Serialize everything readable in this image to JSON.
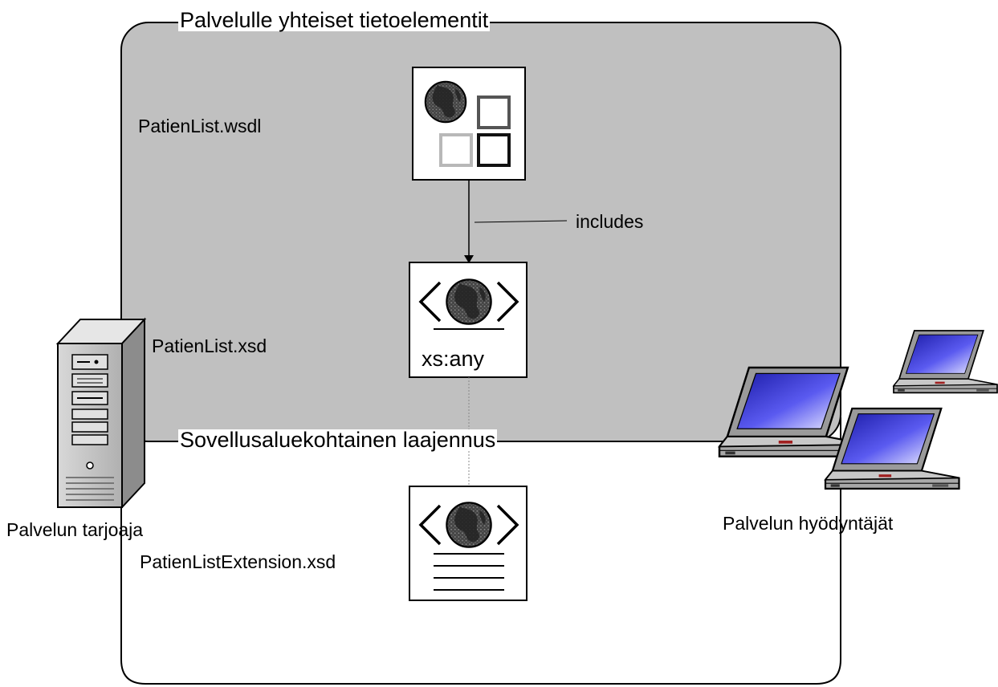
{
  "regions": {
    "common_title": "Palvelulle yhteiset tietoelementit",
    "extension_title": "Sovellusaluekohtainen laajennus"
  },
  "documents": {
    "wsdl_label": "PatienList.wsdl",
    "xsd_label": "PatienList.xsd",
    "xsd_inner": "xs:any",
    "extension_label": "PatienListExtension.xsd"
  },
  "relations": {
    "includes": "includes"
  },
  "actors": {
    "provider": "Palvelun tarjoaja",
    "consumers": "Palvelun hyödyntäjät"
  },
  "colors": {
    "common_region_fill": "#c0c0c0",
    "screen_blue": "#3a3ad8",
    "globe_dark": "#333333"
  },
  "icons": [
    "server-icon",
    "laptop-icon",
    "wsdl-document-icon",
    "xsd-document-icon",
    "globe-icon"
  ]
}
